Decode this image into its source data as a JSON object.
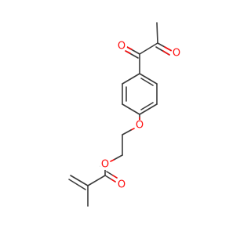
{
  "molecule": {
    "atoms": {
      "o_keto1": {
        "element": "O",
        "label": "O"
      },
      "o_keto2": {
        "element": "O",
        "label": "O"
      },
      "o_ether": {
        "element": "O",
        "label": "O"
      },
      "o_ester_single": {
        "element": "O",
        "label": "O"
      },
      "o_ester_carbonyl": {
        "element": "O",
        "label": "O"
      }
    },
    "colors": {
      "carbon_bond": "#3a3a3a",
      "oxygen": "#ff0d0d",
      "background": "#ffffff"
    }
  }
}
